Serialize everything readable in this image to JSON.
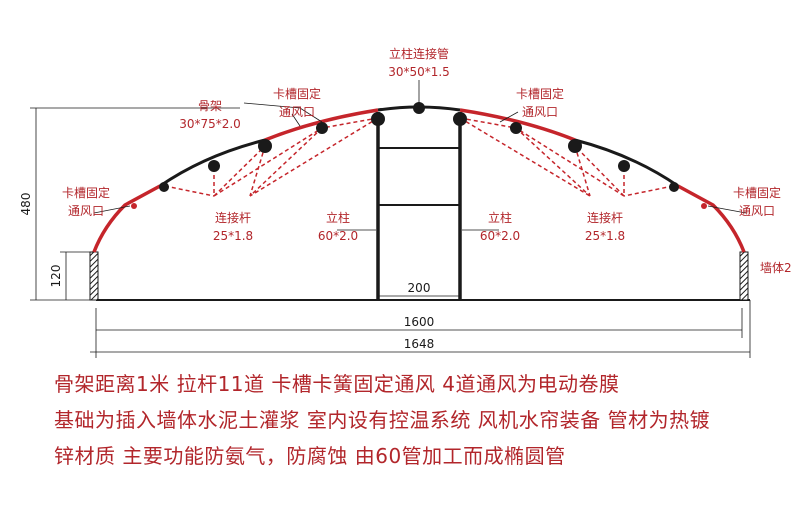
{
  "colors": {
    "accent": "#b2262b",
    "line": "#1a1a1a"
  },
  "labels": {
    "connector_pipe_title": "立柱连接管",
    "connector_pipe_spec": "30*50*1.5",
    "rib_title": "骨架",
    "rib_spec": "30*75*2.0",
    "slot_vent_left_1": "卡槽固定",
    "slot_vent_left_2": "通风口",
    "slot_vent_top_left_1": "卡槽固定",
    "slot_vent_top_left_2": "通风口",
    "slot_vent_top_right_1": "卡槽固定",
    "slot_vent_top_right_2": "通风口",
    "slot_vent_right_1": "卡槽固定",
    "slot_vent_right_2": "通风口",
    "tie_rod_left_1": "连接杆",
    "tie_rod_left_2": "25*1.8",
    "tie_rod_right_1": "连接杆",
    "tie_rod_right_2": "25*1.8",
    "column_left_1": "立柱",
    "column_left_2": "60*2.0",
    "column_right_1": "立柱",
    "column_right_2": "60*2.0",
    "wall_right": "墙体2"
  },
  "dimensions": {
    "height_total": "480",
    "height_wall": "120",
    "width_center": "200",
    "width_inner": "1600",
    "width_outer": "1648"
  },
  "notes": [
    "骨架距离1米   拉杆11道  卡槽卡簧固定通风  4道通风为电动卷膜",
    "基础为插入墙体水泥土灌浆  室内设有控温系统 风机水帘装备 管材为热镀",
    "锌材质 主要功能防氨气，防腐蚀 由60管加工而成椭圆管"
  ]
}
